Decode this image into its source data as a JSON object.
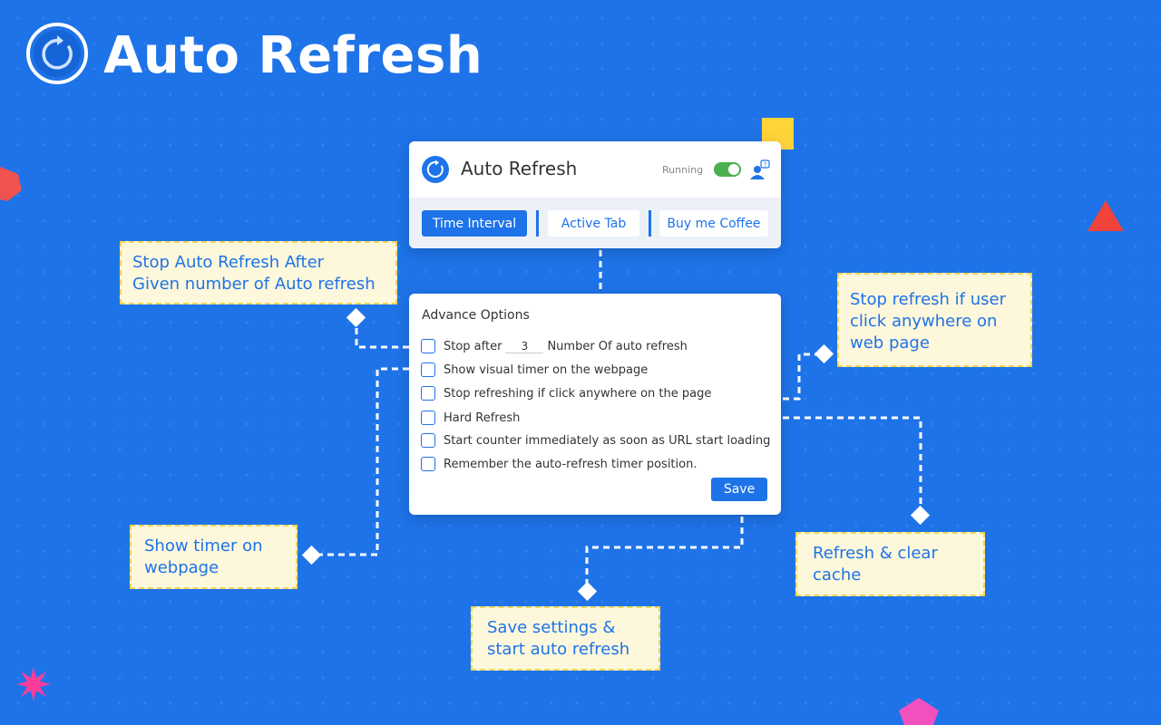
{
  "hero": {
    "title": "Auto Refresh"
  },
  "popup": {
    "title": "Auto Refresh",
    "status": "Running",
    "tabs": [
      {
        "label": "Time Interval",
        "active": true
      },
      {
        "label": "Active Tab",
        "active": false
      },
      {
        "label": "Buy me Coffee",
        "active": false
      }
    ]
  },
  "options": {
    "title": "Advance Options",
    "stop_after_prefix": "Stop after",
    "stop_after_value": "3",
    "stop_after_suffix": "Number Of auto refresh",
    "items": [
      "Show visual timer on the webpage",
      "Stop refreshing if click anywhere on the page",
      "Hard Refresh",
      "Start counter immediately as soon as URL start loading",
      "Remember the auto-refresh timer position."
    ],
    "save_label": "Save"
  },
  "callouts": {
    "stop_after": [
      "Stop Auto Refresh After",
      "Given number of Auto refresh"
    ],
    "stop_click": [
      "Stop refresh if user",
      "click anywhere on",
      "web page"
    ],
    "show_timer": [
      "Show timer on",
      "webpage"
    ],
    "refresh_cache": [
      "Refresh & clear",
      "cache"
    ],
    "save_settings": [
      "Save settings &",
      "start auto refresh"
    ]
  },
  "colors": {
    "background": "#1e73e8",
    "accent": "#1e73e8",
    "callout_bg": "#fdf7dc",
    "callout_border": "#f3d54e",
    "toggle_on": "#4caf50"
  },
  "icons": {
    "logo": "refresh-icon",
    "support": "support-agent-icon"
  }
}
